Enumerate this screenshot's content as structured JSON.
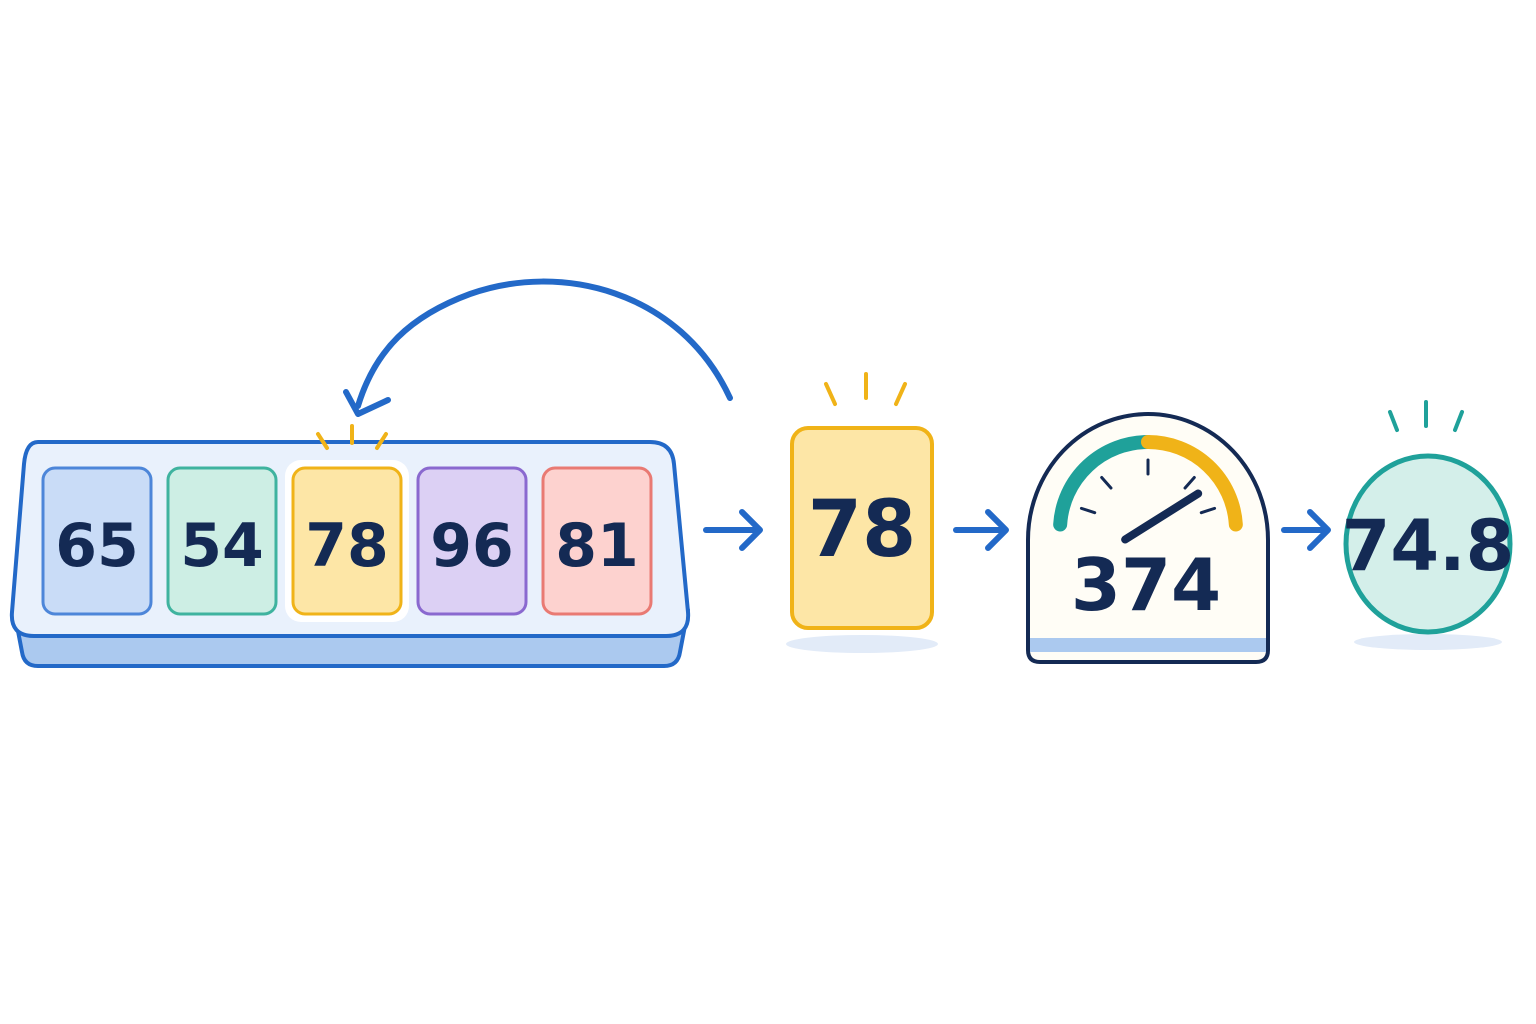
{
  "colors": {
    "primary_blue": "#2369c8",
    "dark_navy": "#142a54",
    "tray_fill": "#e9f1fc",
    "tray_base": "#abc9ef",
    "shadow": "#e2ebf8",
    "gold": "#f0b318",
    "teal": "#1fa19a"
  },
  "tray": {
    "cards": [
      {
        "value": "65",
        "fill": "#c9dcf7",
        "stroke": "#4d86d9",
        "highlighted": false
      },
      {
        "value": "54",
        "fill": "#cdeee4",
        "stroke": "#3fb39f",
        "highlighted": false
      },
      {
        "value": "78",
        "fill": "#fde6a6",
        "stroke": "#f0b318",
        "highlighted": true
      },
      {
        "value": "96",
        "fill": "#dcd0f4",
        "stroke": "#8a69cf",
        "highlighted": false
      },
      {
        "value": "81",
        "fill": "#fdd2cf",
        "stroke": "#e97a73",
        "highlighted": false
      }
    ]
  },
  "picked_card": {
    "value": "78",
    "fill": "#fde6a6",
    "stroke": "#f0b318"
  },
  "gauge": {
    "value": "374",
    "needle_level": 0.8,
    "teal_portion": 0.5
  },
  "result": {
    "value": "74.8",
    "fill": "#d4efea",
    "stroke": "#1fa19a"
  },
  "icons": {
    "loop_arrow": "curved-return-arrow-icon",
    "flow_arrow": "right-arrow-icon",
    "sparkle": "sparkle-icon"
  }
}
